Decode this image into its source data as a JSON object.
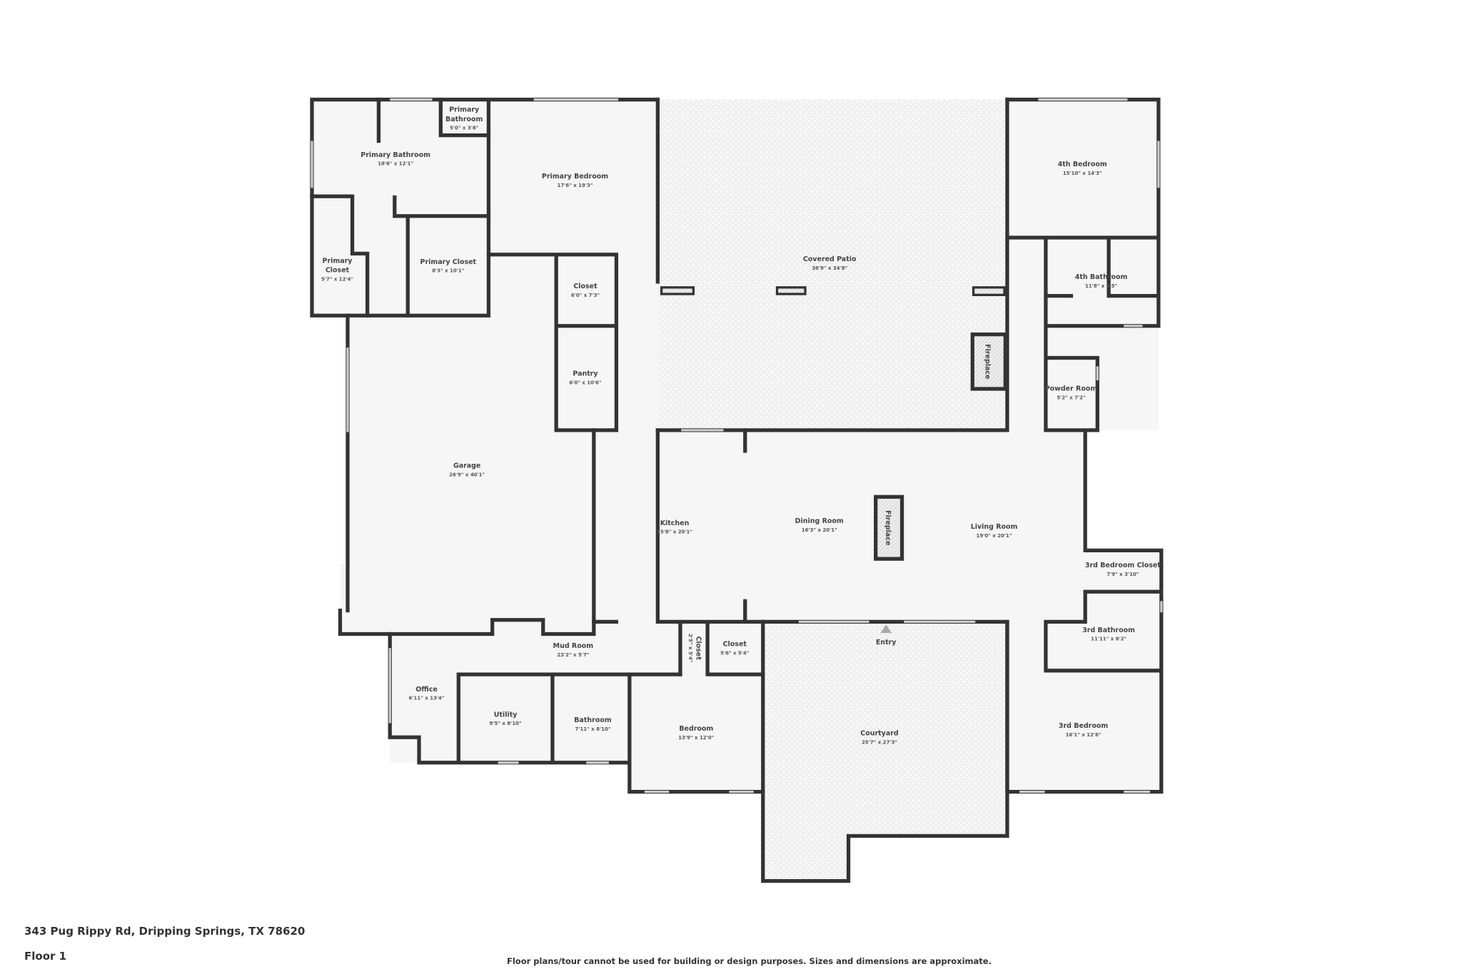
{
  "plan": {
    "address": "343 Pug Rippy Rd, Dripping Springs, TX 78620",
    "floor": "Floor 1",
    "disclaimer": "Floor plans/tour cannot be used for building or design purposes. Sizes and dimensions are approximate."
  },
  "colors": {
    "wall": "#333333",
    "floor": "#f6f6f6",
    "outdoor_pattern": "#e4e4e4",
    "text": "#444444"
  },
  "rooms": [
    {
      "name_line1": "Primary",
      "name_line2": "Bathroom",
      "dims": "5'0\" x 3'8\""
    },
    {
      "name": "Primary Bathroom",
      "dims": "18'6\" x 12'1\""
    },
    {
      "name": "Primary Bedroom",
      "dims": "17'6\" x 19'3\""
    },
    {
      "name_line1": "Primary",
      "name_line2": "Closet",
      "dims": "5'7\" x 12'4\""
    },
    {
      "name": "Primary Closet",
      "dims": "8'3\" x 10'1\""
    },
    {
      "name": "Closet",
      "dims": "6'0\" x 7'3\""
    },
    {
      "name": "Pantry",
      "dims": "6'0\" x 10'6\""
    },
    {
      "name": "Garage",
      "dims": "26'9\" x 40'1\""
    },
    {
      "name": "Covered Patio",
      "dims": "36'9\" x 34'8\""
    },
    {
      "name": "Fireplace"
    },
    {
      "name": "4th Bedroom",
      "dims": "15'10\" x 14'3\""
    },
    {
      "name": "4th Bathroom",
      "dims": "11'8\" x 9'5\""
    },
    {
      "name": "Powder Room",
      "dims": "5'2\" x 7'2\""
    },
    {
      "name": "Kitchen",
      "dims": "15'8\" x 20'1\""
    },
    {
      "name": "Dining Room",
      "dims": "16'3\" x 20'1\""
    },
    {
      "name": "Fireplace"
    },
    {
      "name": "Living Room",
      "dims": "19'0\" x 20'1\""
    },
    {
      "name": "3rd Bedroom Closet",
      "dims": "7'9\" x 3'10\""
    },
    {
      "name": "3rd Bathroom",
      "dims": "11'11\" x 8'2\""
    },
    {
      "name": "Entry"
    },
    {
      "name": "Mud Room",
      "dims": "23'2\" x 5'7\""
    },
    {
      "name": "Closet",
      "dims": "2'5\" x 5'4\""
    },
    {
      "name": "Closet",
      "dims": "5'6\" x 5'4\""
    },
    {
      "name": "Office",
      "dims": "6'11\" x 13'4\""
    },
    {
      "name": "Utility",
      "dims": "9'5\" x 8'10\""
    },
    {
      "name": "Bathroom",
      "dims": "7'11\" x 8'10\""
    },
    {
      "name": "Bedroom",
      "dims": "13'9\" x 12'0\""
    },
    {
      "name": "Courtyard",
      "dims": "25'7\" x 27'3\""
    },
    {
      "name": "3rd Bedroom",
      "dims": "16'1\" x 12'6\""
    }
  ]
}
